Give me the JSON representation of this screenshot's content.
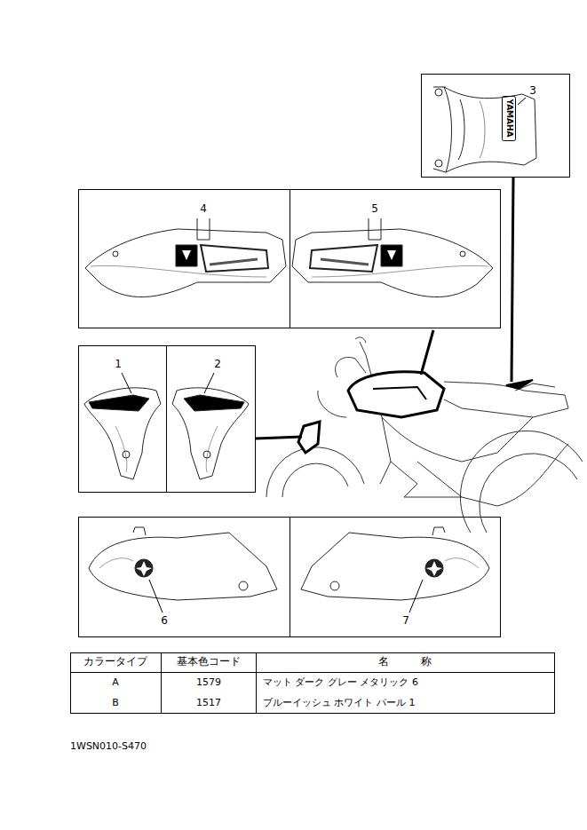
{
  "diagram": {
    "labels": [
      "3",
      "4",
      "5",
      "1",
      "2",
      "6",
      "7",
      "YAMAHA",
      "カラータイプ",
      "基本色コード",
      "名　　　称",
      "A",
      "1579",
      "マット ダーク グレー メタリック 6",
      "B",
      "1517",
      "ブルーイッシュ ホワイト パール 1",
      "1WSN010-S470"
    ]
  }
}
